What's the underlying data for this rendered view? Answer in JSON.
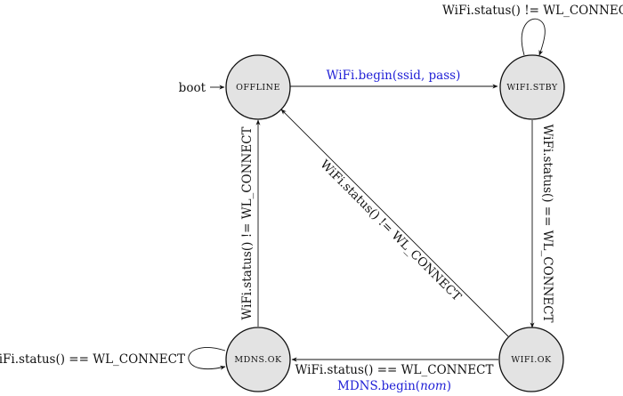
{
  "states": {
    "offline": "OFFLINE",
    "wifi_stby": "WIFI.STBY",
    "wifi_ok": "WIFI.OK",
    "mdns_ok": "MDNS.OK"
  },
  "entry_label": "boot",
  "transitions": {
    "offline_to_stby": "WiFi.begin(ssid, pass)",
    "stby_self": "WiFi.status() != WL_CONNECT",
    "stby_to_ok": "WiFi.status() == WL_CONNECT",
    "ok_to_offline": "WiFi.status() != WL_CONNECT",
    "ok_to_mdns_cond": "WiFi.status() == WL_CONNECT",
    "ok_to_mdns_action": "MDNS.begin(",
    "ok_to_mdns_action_arg": "nom",
    "ok_to_mdns_action_close": ")",
    "mdns_to_offline": "WiFi.status() != WL_CONNECT",
    "mdns_self": "WiFi.status() == WL_CONNECT"
  },
  "colors": {
    "node_fill": "#e3e3e3",
    "action_text": "#1f1fd6"
  }
}
